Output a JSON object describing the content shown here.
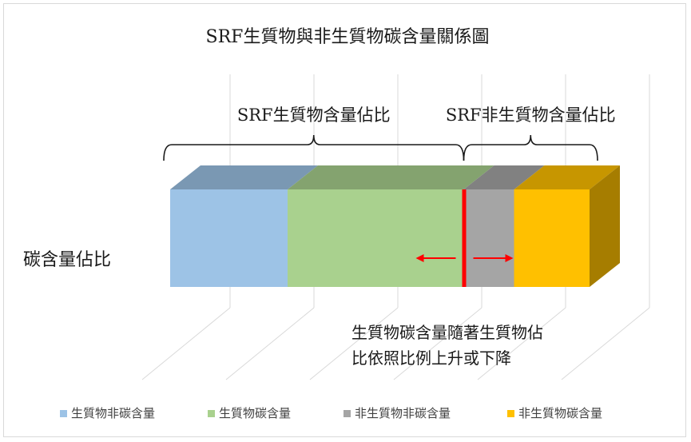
{
  "chart_data": {
    "type": "bar",
    "orientation": "horizontal",
    "stacked": true,
    "style": "3d",
    "title": "SRF生質物與非生質物碳含量關係圖",
    "categories": [
      "碳含量佔比"
    ],
    "series": [
      {
        "name": "生質物非碳含量",
        "values": [
          28
        ],
        "color": "#9dc3e6"
      },
      {
        "name": "生質物碳含量",
        "values": [
          42
        ],
        "color": "#a9d18e"
      },
      {
        "name": "非生質物非碳含量",
        "values": [
          12
        ],
        "color": "#a5a5a5"
      },
      {
        "name": "非生質物碳含量",
        "values": [
          18
        ],
        "color": "#ffc000"
      }
    ],
    "brackets": [
      {
        "label": "SRF生質物含量佔比",
        "series": [
          "生質物非碳含量",
          "生質物碳含量"
        ]
      },
      {
        "label": "SRF非生質物含量佔比",
        "series": [
          "非生質物非碳含量",
          "非生質物碳含量"
        ]
      }
    ],
    "annotation": {
      "lines": [
        "生質物碳含量隨著生質物佔",
        "比依照比例上升或下降"
      ],
      "divider_color": "#ff0000"
    },
    "grid": true,
    "legend_position": "bottom"
  }
}
